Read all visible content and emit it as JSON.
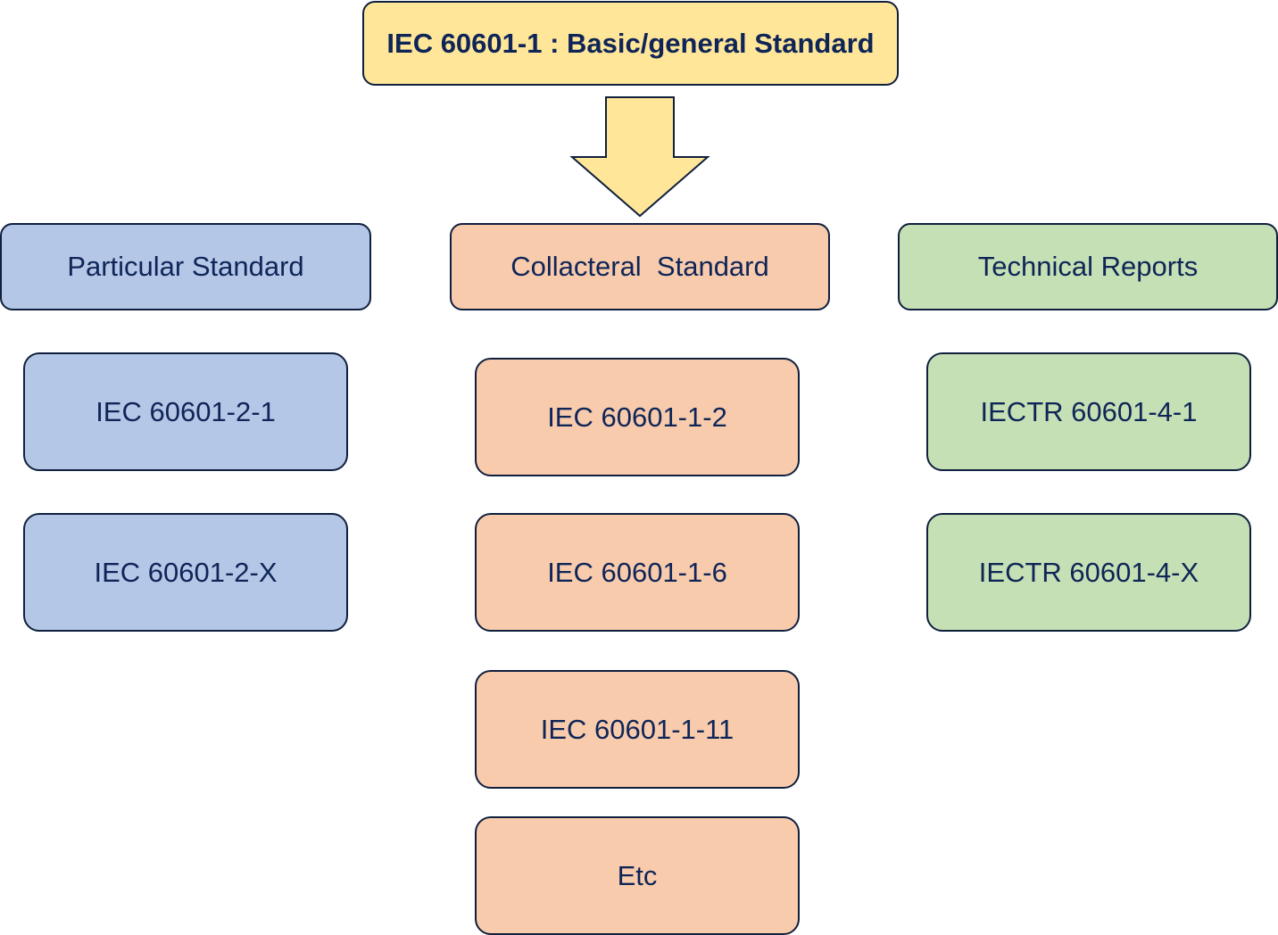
{
  "root": {
    "label": "IEC 60601-1 : Basic/general Standard",
    "color": "#ffe699"
  },
  "columns": [
    {
      "header": "Particular Standard",
      "color": "#b4c7e7",
      "items": [
        "IEC 60601-2-1",
        "IEC 60601-2-X"
      ]
    },
    {
      "header": "Collacteral  Standard",
      "color": "#f8cbad",
      "items": [
        "IEC 60601-1-2",
        "IEC 60601-1-6",
        "IEC 60601-1-11",
        "Etc"
      ]
    },
    {
      "header": "Technical Reports",
      "color": "#c5e0b4",
      "items": [
        "IECTR 60601-4-1",
        "IECTR 60601-4-X"
      ]
    }
  ]
}
